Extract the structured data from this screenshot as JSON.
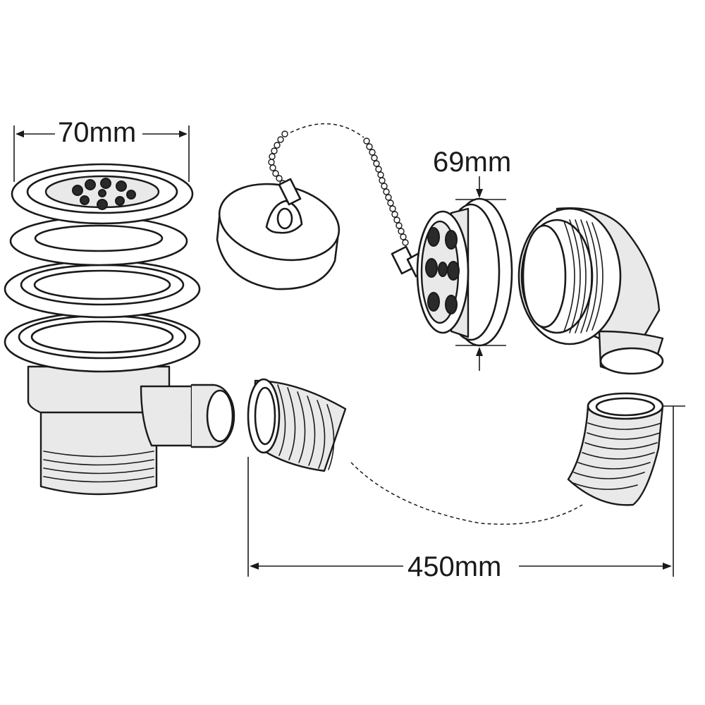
{
  "dimensions": {
    "waste_width": "70mm",
    "plug_diameter": "69mm",
    "pipe_length": "450mm"
  }
}
